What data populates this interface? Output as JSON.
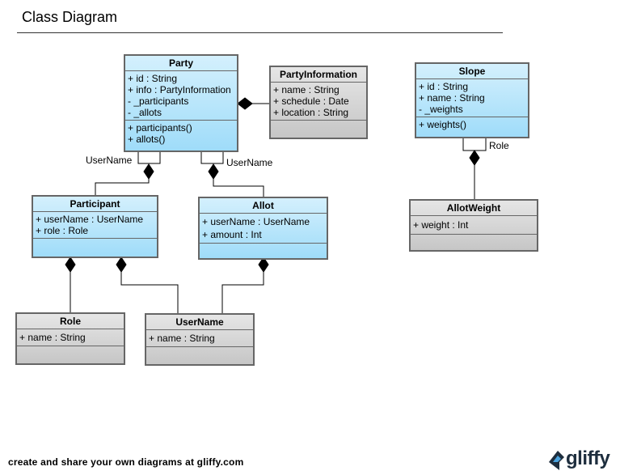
{
  "diagram": {
    "title": "Class Diagram",
    "classes": {
      "party": {
        "name": "Party",
        "attributes": [
          "+ id : String",
          "+ info : PartyInformation",
          "- _participants",
          "- _allots"
        ],
        "operations": [
          "+ participants()",
          "+ allots()"
        ]
      },
      "party_information": {
        "name": "PartyInformation",
        "attributes": [
          "+ name : String",
          "+ schedule : Date",
          "+ location : String"
        ]
      },
      "slope": {
        "name": "Slope",
        "attributes": [
          "+ id : String",
          "+ name : String",
          "- _weights"
        ],
        "operations": [
          "+ weights()"
        ]
      },
      "participant": {
        "name": "Participant",
        "attributes": [
          "+ userName : UserName",
          "+ role : Role"
        ]
      },
      "allot": {
        "name": "Allot",
        "attributes": [
          "+ userName : UserName",
          "+ amount : Int"
        ]
      },
      "allot_weight": {
        "name": "AllotWeight",
        "attributes": [
          "+ weight : Int"
        ]
      },
      "role": {
        "name": "Role",
        "attributes": [
          "+ name : String"
        ]
      },
      "user_name": {
        "name": "UserName",
        "attributes": [
          "+ name : String"
        ]
      }
    },
    "qualifiers": {
      "party_participant": "UserName",
      "party_allot": "UserName",
      "slope_weight": "Role"
    },
    "colors": {
      "class_blue": "#9fdcf9",
      "class_gray": "#c6c6c6",
      "border": "#666666"
    }
  },
  "footer": {
    "text": "create and share your own diagrams at gliffy.com",
    "logo_text": "gliffy",
    "logo_icon": "gliffy-logo-icon"
  }
}
